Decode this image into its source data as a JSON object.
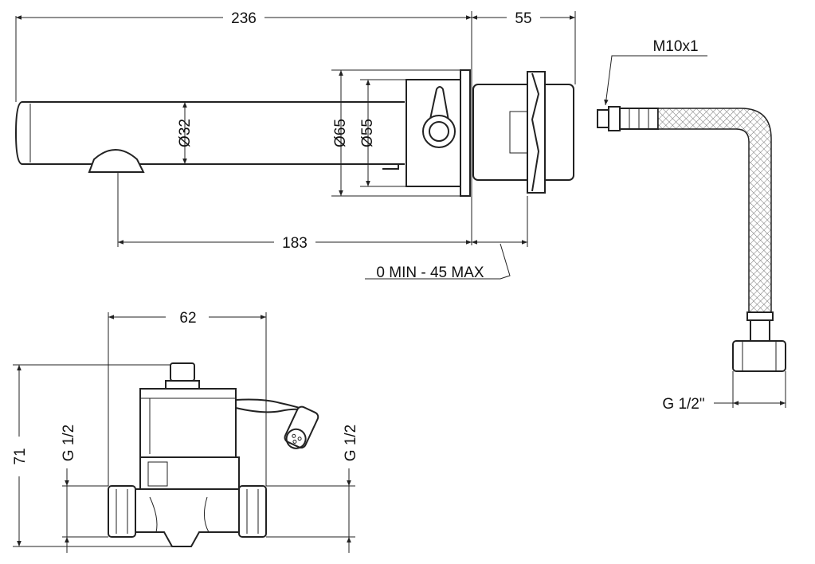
{
  "drawing": {
    "dimensions": {
      "spout_length": "236",
      "body_depth": "55",
      "connector_thread": "M10x1",
      "spout_diameter": "Ø32",
      "flange_diameter": "Ø65",
      "rosette_diameter": "Ø55",
      "outlet_to_wall": "183",
      "wall_range": "0 MIN - 45 MAX",
      "hose_thread": "G 1/2\"",
      "valve_width": "62",
      "valve_height": "71",
      "valve_inlet": "G 1/2",
      "valve_outlet": "G 1/2"
    }
  }
}
